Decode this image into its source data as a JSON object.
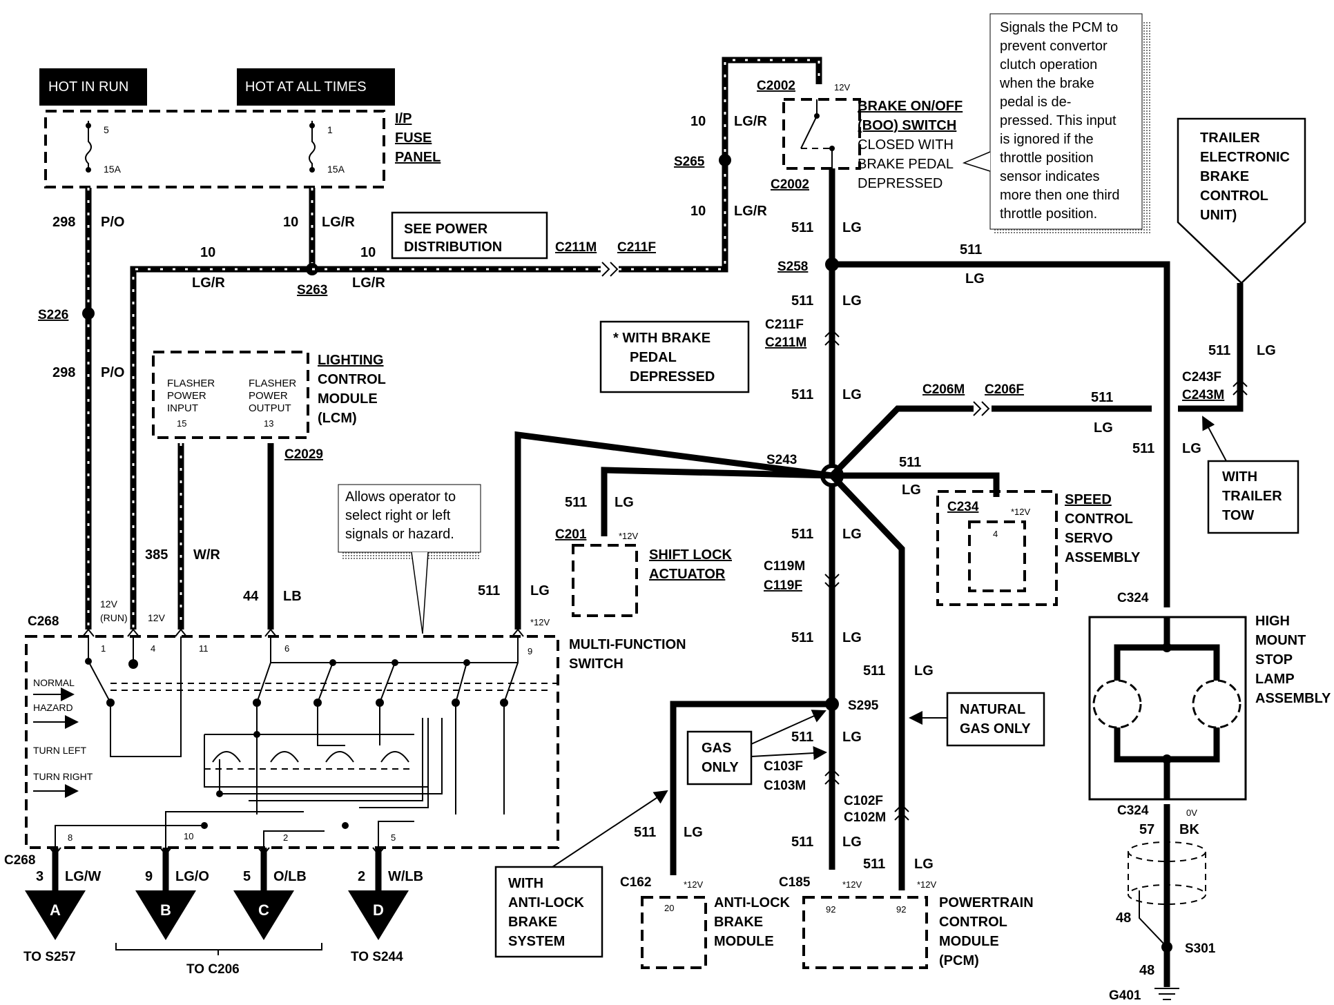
{
  "header": {
    "hot_in_run": "HOT IN RUN",
    "hot_at_all_times": "HOT AT ALL TIMES"
  },
  "fuse_panel": {
    "label": [
      "I/P",
      "FUSE",
      "PANEL"
    ],
    "fuse_left_pin": "5",
    "fuse_left_amp": "15A",
    "fuse_right_pin": "1",
    "fuse_right_amp": "15A"
  },
  "wires": {
    "w298a_circuit": "298",
    "w298a_color": "P/O",
    "w298b_circuit": "298",
    "w298b_color": "P/O",
    "s226": "S226",
    "w10a_circuit": "10",
    "w10a_color": "LG/R",
    "w10b_circuit": "10",
    "w10b_color": "LG/R",
    "w10c_circuit": "10",
    "w10c_color": "LG/R",
    "s263": "S263",
    "w10d_circuit": "10",
    "w10d_color": "LG/R",
    "w10e_circuit": "10",
    "w10e_color": "LG/R",
    "s265": "S265",
    "c211m_top": "C211M",
    "c211f_top": "C211F",
    "w385_circuit": "385",
    "w385_color": "W/R",
    "w44_circuit": "44",
    "w44_color": "LB",
    "c2029": "C2029"
  },
  "callouts": {
    "see_power": [
      "SEE POWER",
      "DISTRIBUTION"
    ],
    "with_brake": [
      "* WITH BRAKE",
      "PEDAL",
      "DEPRESSED"
    ],
    "allows_operator": [
      "Allows operator to",
      "select right or left",
      "signals or hazard."
    ],
    "signals_pcm": [
      "Signals the PCM to",
      "prevent convertor",
      "clutch operation",
      "when the brake",
      "pedal is de-",
      "pressed. This input",
      "is ignored if the",
      "throttle position",
      "sensor indicates",
      "more then one third",
      "throttle position."
    ],
    "gas_only": [
      "GAS",
      "ONLY"
    ],
    "natural_gas_only": [
      "NATURAL",
      "GAS ONLY"
    ],
    "with_trailer_tow": [
      "WITH",
      "TRAILER",
      "TOW"
    ],
    "with_abs": [
      "WITH",
      "ANTI-LOCK",
      "BRAKE",
      "SYSTEM"
    ]
  },
  "lcm": {
    "title": [
      "LIGHTING",
      "CONTROL",
      "MODULE",
      "(LCM)"
    ],
    "flasher_input": [
      "FLASHER",
      "POWER",
      "INPUT"
    ],
    "flasher_input_pin": "15",
    "flasher_output": [
      "FLASHER",
      "POWER",
      "OUTPUT"
    ],
    "flasher_output_pin": "13"
  },
  "boo_switch": {
    "c2002_top": "C2002",
    "c2002_bot": "C2002",
    "v12": "12V",
    "title": [
      "BRAKE ON/OFF",
      "(BOO) SWITCH"
    ],
    "desc": [
      "CLOSED WITH",
      "BRAKE PEDAL",
      "DEPRESSED"
    ]
  },
  "center": {
    "w511_a": "511",
    "lg_a": "LG",
    "s258": "S258",
    "w511_b": "511",
    "lg_b": "LG",
    "c211f": "C211F",
    "c211m": "C211M",
    "w511_c": "511",
    "lg_c": "LG",
    "s243": "S243",
    "w511_d": "511",
    "lg_d": "LG",
    "c119m": "C119M",
    "c119f": "C119F",
    "w511_e": "511",
    "lg_e": "LG",
    "s295": "S295",
    "w511_f": "511",
    "lg_f": "LG",
    "c103f": "C103F",
    "c103m": "C103M",
    "c102f": "C102F",
    "c102m": "C102M",
    "w511_g": "511",
    "lg_g": "LG",
    "w511_h": "511",
    "lg_h": "LG",
    "w511_i": "511",
    "lg_i": "LG",
    "w511_j": "511",
    "lg_j": "LG",
    "c185": "C185",
    "v12_185": "*12V",
    "v12_pcm": "*12V"
  },
  "right_branch": {
    "w511_top": "511",
    "lg_top": "LG",
    "c206m": "C206M",
    "c206f": "C206F",
    "w511_mid": "511",
    "lg_mid": "LG",
    "w511_low": "511",
    "lg_low": "LG",
    "w511_trl": "511",
    "lg_trl": "LG",
    "c243f": "C243F",
    "c243m": "C243M"
  },
  "shift_lock": {
    "w511": "511",
    "lg": "LG",
    "c201": "C201",
    "v12": "*12V",
    "title": [
      "SHIFT LOCK",
      "ACTUATOR"
    ]
  },
  "speed_control": {
    "w511": "511",
    "lg": "LG",
    "c234": "C234",
    "v12": "*12V",
    "pin": "4",
    "title": [
      "SPEED",
      "CONTROL",
      "SERVO",
      "ASSEMBLY"
    ]
  },
  "trailer": {
    "title": [
      "TRAILER",
      "ELECTRONIC",
      "BRAKE",
      "CONTROL",
      "UNIT)"
    ]
  },
  "hmsl": {
    "c324_top": "C324",
    "title": [
      "HIGH",
      "MOUNT",
      "STOP",
      "LAMP",
      "ASSEMBLY"
    ],
    "c324_bot": "C324",
    "v0": "0V",
    "w57": "57",
    "bk": "BK",
    "w48a": "48",
    "s301": "S301",
    "w48b": "48",
    "g401": "G401"
  },
  "mfs": {
    "title": [
      "MULTI-FUNCTION",
      "SWITCH"
    ],
    "c268_top": "C268",
    "v12run": [
      "12V",
      "(RUN)"
    ],
    "v12": "12V",
    "w511": "511",
    "lg": "LG",
    "v12_9": "*12V",
    "pin1": "1",
    "pin4": "4",
    "pin11": "11",
    "pin6": "6",
    "pin9": "9",
    "pin8": "8",
    "pin10": "10",
    "pin2": "2",
    "pin5": "5",
    "normal": "NORMAL",
    "hazard": "HAZARD",
    "turn_left": "TURN LEFT",
    "turn_right": "TURN RIGHT",
    "c268_bot": "C268"
  },
  "outputs": {
    "a_circuit": "3",
    "a_color": "LG/W",
    "a_letter": "A",
    "a_to": "TO S257",
    "b_circuit": "9",
    "b_color": "LG/O",
    "b_letter": "B",
    "c_circuit": "5",
    "c_color": "O/LB",
    "c_letter": "C",
    "bc_to": "TO C206",
    "d_circuit": "2",
    "d_color": "W/LB",
    "d_letter": "D",
    "d_to": "TO S244"
  },
  "abs": {
    "c162": "C162",
    "v12": "*12V",
    "pin": "20",
    "title": [
      "ANTI-LOCK",
      "BRAKE",
      "MODULE"
    ]
  },
  "pcm": {
    "pin_a": "92",
    "pin_b": "92",
    "title": [
      "POWERTRAIN",
      "CONTROL",
      "MODULE",
      "(PCM)"
    ]
  }
}
